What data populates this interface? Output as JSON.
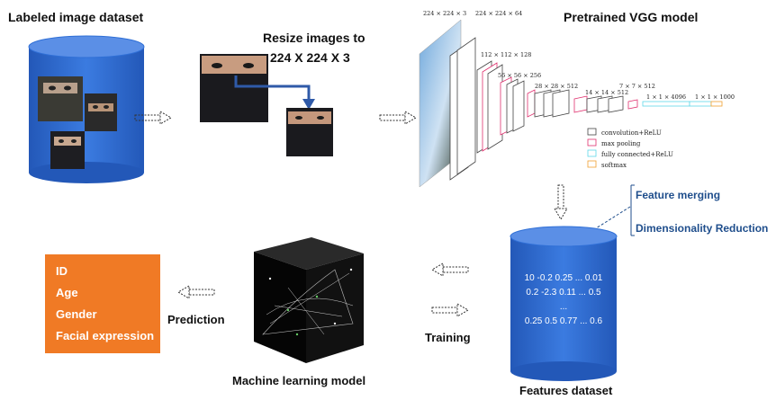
{
  "labels": {
    "labeled_dataset": "Labeled image dataset",
    "resize_line1": "Resize images to",
    "resize_line2": "224 X 224 X 3",
    "pretrained_vgg": "Pretrained VGG model",
    "feature_merging": "Feature merging",
    "dim_reduction": "Dimensionality Reduction",
    "features_dataset": "Features dataset",
    "ml_model": "Machine learning model",
    "prediction": "Prediction",
    "training": "Training"
  },
  "outputs": [
    "ID",
    "Age",
    "Gender",
    "Facial expression"
  ],
  "feature_rows": [
    "10 -0.2 0.25 ... 0.01",
    "0.2 -2.3 0.11 ... 0.5",
    "...",
    "0.25 0.5 0.77 ... 0.6"
  ],
  "vgg": {
    "dims": [
      "224 × 224 × 3",
      "224 × 224 × 64",
      "112 × 112 × 128",
      "56 × 56 × 256",
      "28 × 28 × 512",
      "14 × 14 × 512",
      "7 × 7 × 512",
      "1 × 1 × 4096",
      "1 × 1 × 1000"
    ],
    "legend": [
      "convolution+ReLU",
      "max pooling",
      "fully connected+ReLU",
      "softmax"
    ]
  },
  "colors": {
    "cylinder": "#2f6fd6",
    "cylinder_top": "#5b8fe6",
    "output_box": "#f07a25",
    "accent_text": "#1f4e8c",
    "pool": "#e0306e",
    "fc": "#5fd8e8",
    "softmax": "#f0a030"
  }
}
